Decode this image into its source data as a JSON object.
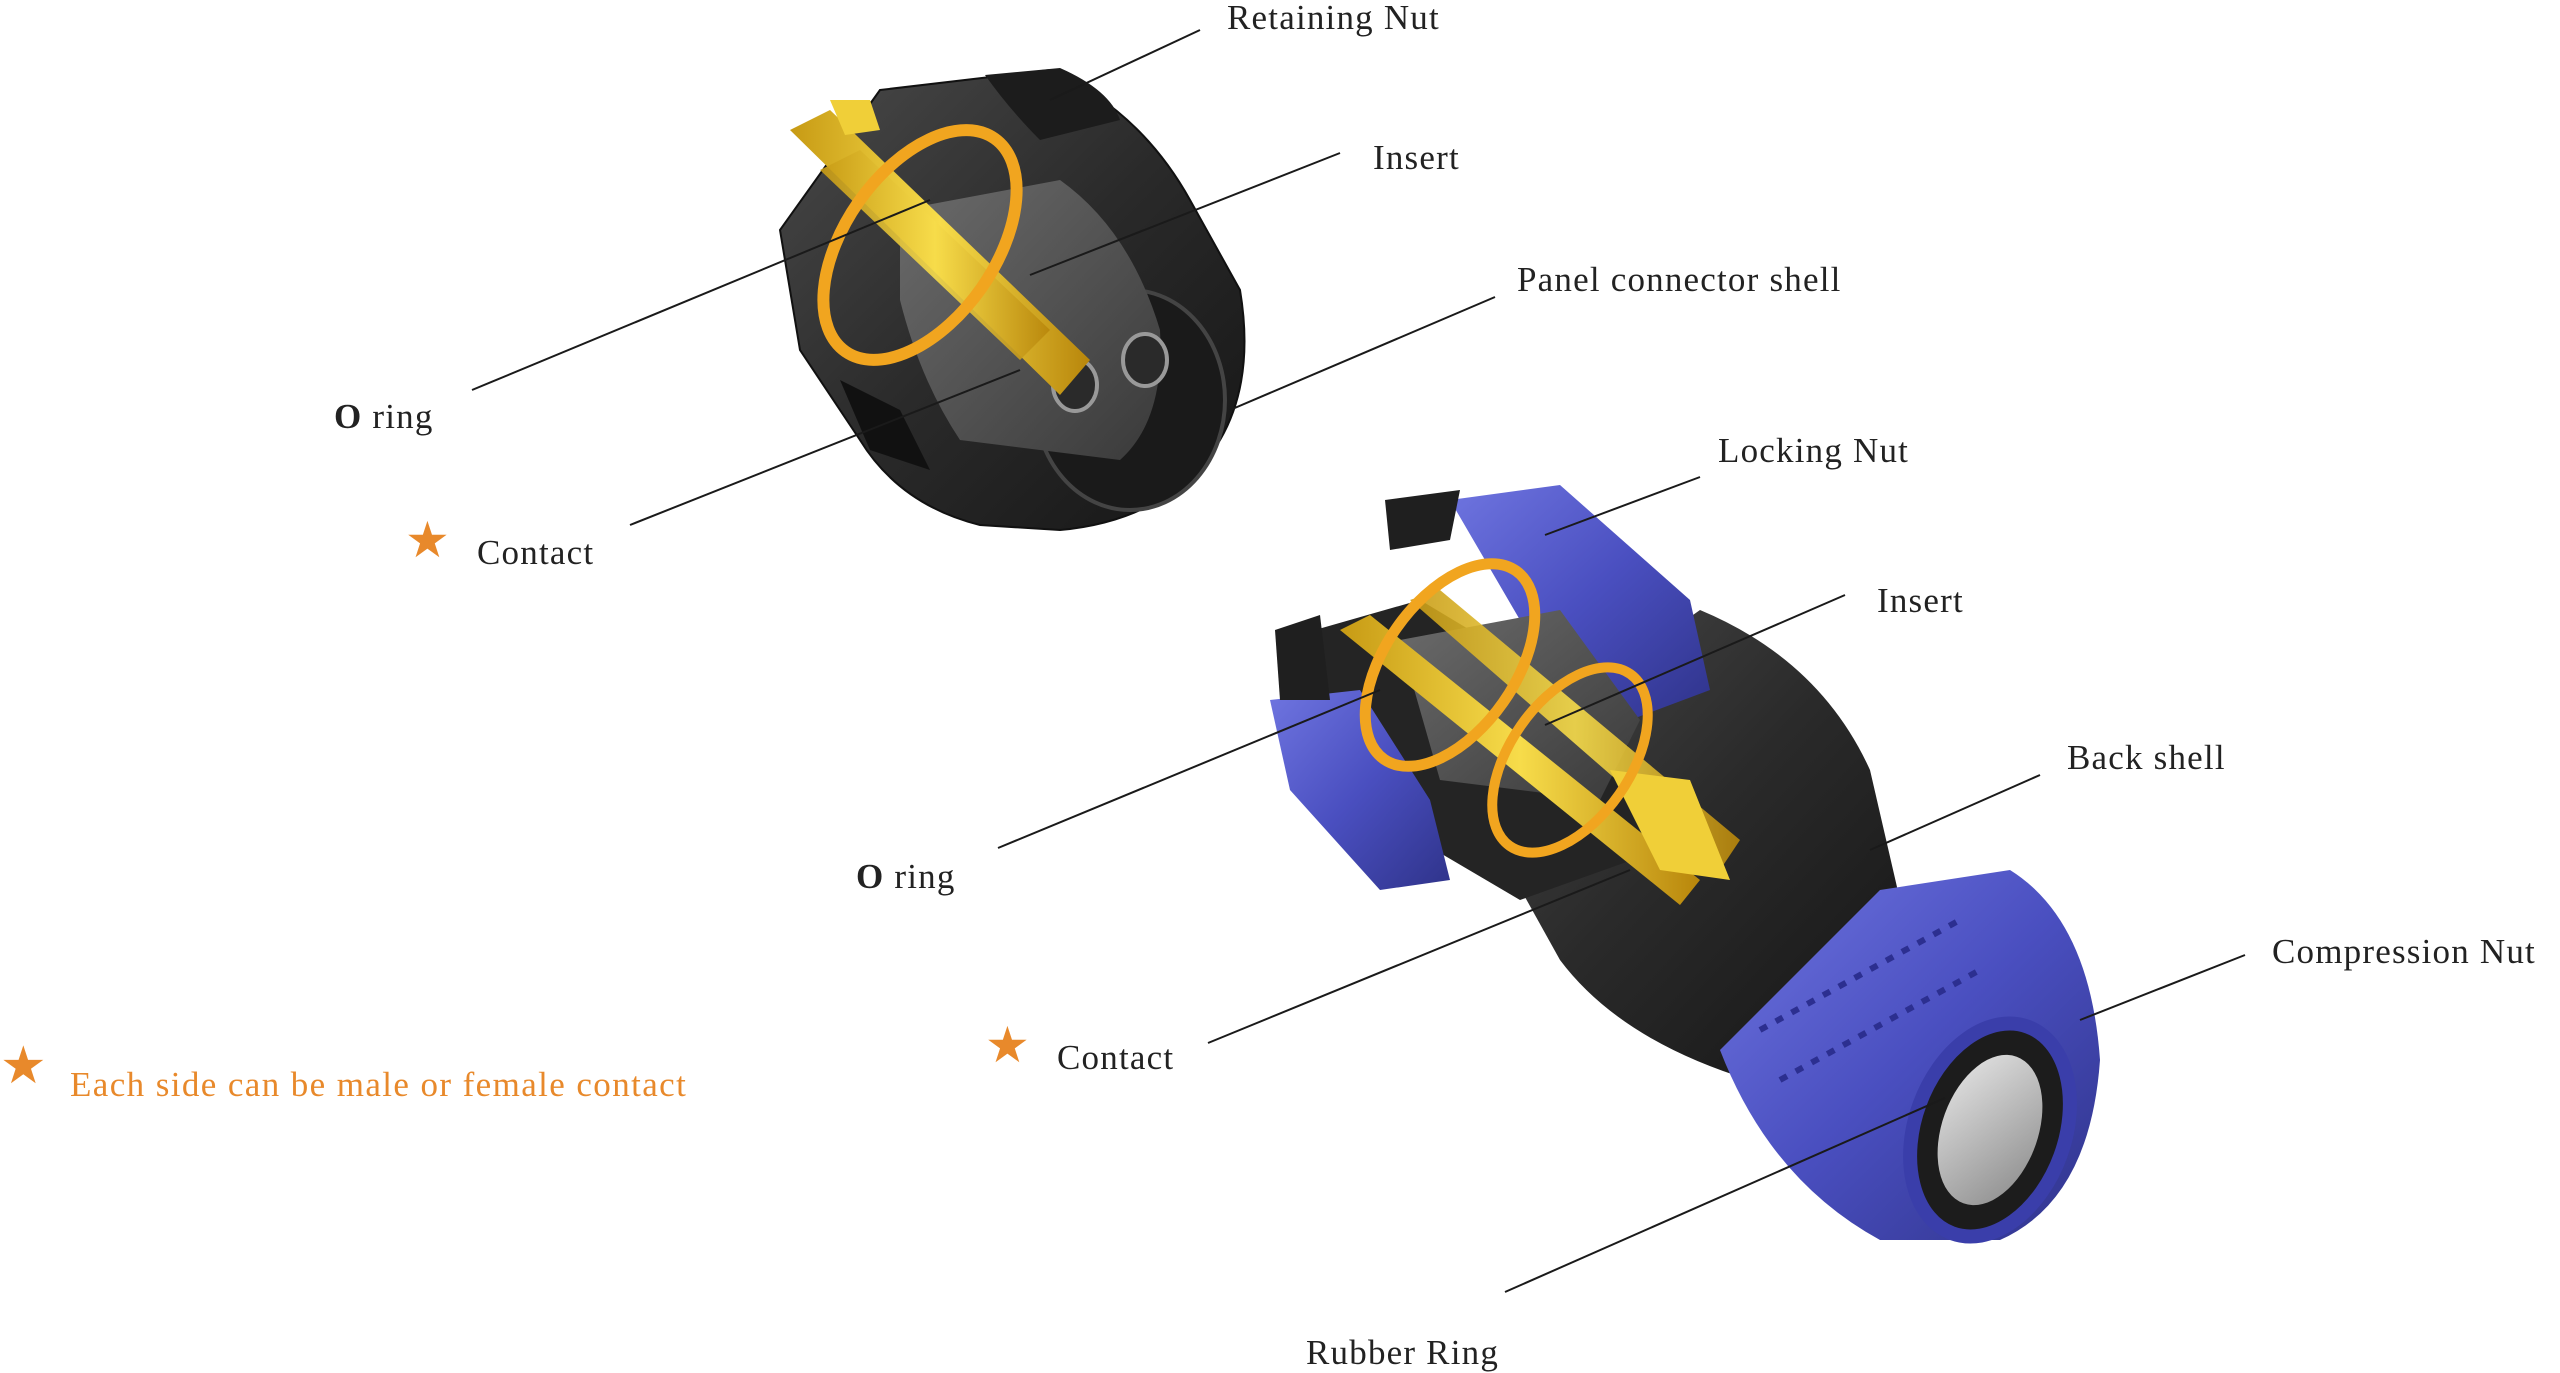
{
  "colors": {
    "accent_orange": "#e8892b",
    "leader_line": "#1a1a1a",
    "shell_dark": "#2b2b2b",
    "nut_blue": "#4a4fc0",
    "contact_gold": "#e8c22a",
    "o_ring": "#f1a51f"
  },
  "icons": {
    "star": "star-icon"
  },
  "labels": {
    "retaining_nut": "Retaining  Nut",
    "insert_top": "Insert",
    "panel_shell": "Panel connector shell",
    "o_ring_top_bold": "O",
    "o_ring_top_rest": " ring",
    "contact_top": "Contact",
    "locking_nut": "Locking Nut",
    "insert_bottom": "Insert",
    "back_shell": "Back shell",
    "o_ring_bottom_bold": "O",
    "o_ring_bottom_rest": " ring",
    "compression_nut": "Compression Nut",
    "contact_bottom": "Contact",
    "rubber_ring": "Rubber Ring"
  },
  "note": {
    "star_glyph": "★",
    "text": "Each side can be male or female contact"
  }
}
